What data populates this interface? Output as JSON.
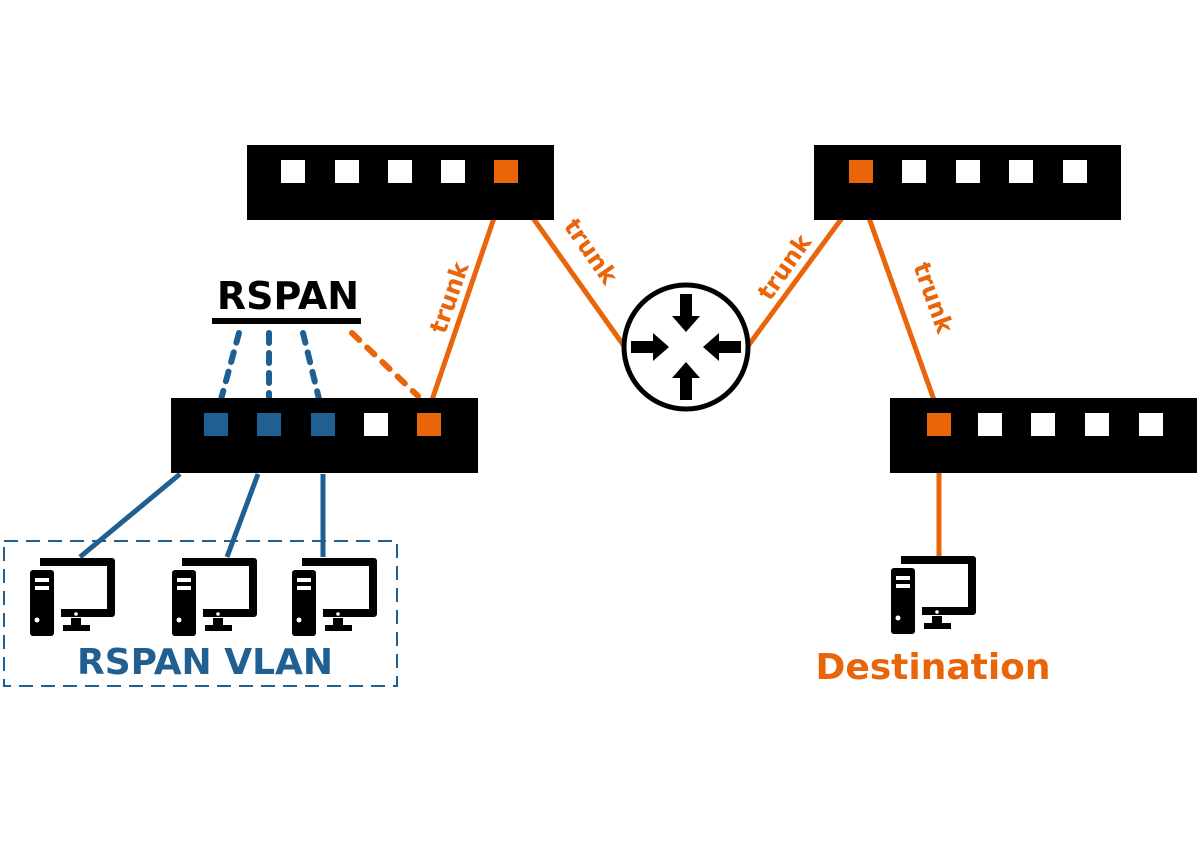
{
  "colors": {
    "orange": "#e8650a",
    "blue": "#1f5f91",
    "black": "#000000",
    "white": "#ffffff"
  },
  "labels": {
    "rspan": "RSPAN",
    "rspan_vlan": "RSPAN VLAN",
    "destination": "Destination",
    "trunk": "trunk"
  },
  "devices": {
    "switch_top_left": {
      "ports": [
        "white",
        "white",
        "white",
        "white",
        "orange"
      ]
    },
    "switch_top_right": {
      "ports": [
        "orange",
        "white",
        "white",
        "white",
        "white"
      ]
    },
    "switch_source": {
      "ports": [
        "blue",
        "blue",
        "blue",
        "white",
        "orange"
      ]
    },
    "switch_destination": {
      "ports": [
        "orange",
        "white",
        "white",
        "white",
        "white"
      ]
    },
    "router": {
      "icon": "router-arrows-icon"
    },
    "hosts": [
      {
        "name": "source-host-1",
        "icon": "computer-icon"
      },
      {
        "name": "source-host-2",
        "icon": "computer-icon"
      },
      {
        "name": "source-host-3",
        "icon": "computer-icon"
      },
      {
        "name": "destination-host",
        "icon": "computer-icon"
      }
    ]
  },
  "links": [
    {
      "from": "switch_source",
      "to": "switch_top_left",
      "label": "trunk"
    },
    {
      "from": "switch_top_left",
      "to": "router",
      "label": "trunk"
    },
    {
      "from": "router",
      "to": "switch_top_right",
      "label": "trunk"
    },
    {
      "from": "switch_top_right",
      "to": "switch_destination",
      "label": "trunk"
    }
  ]
}
